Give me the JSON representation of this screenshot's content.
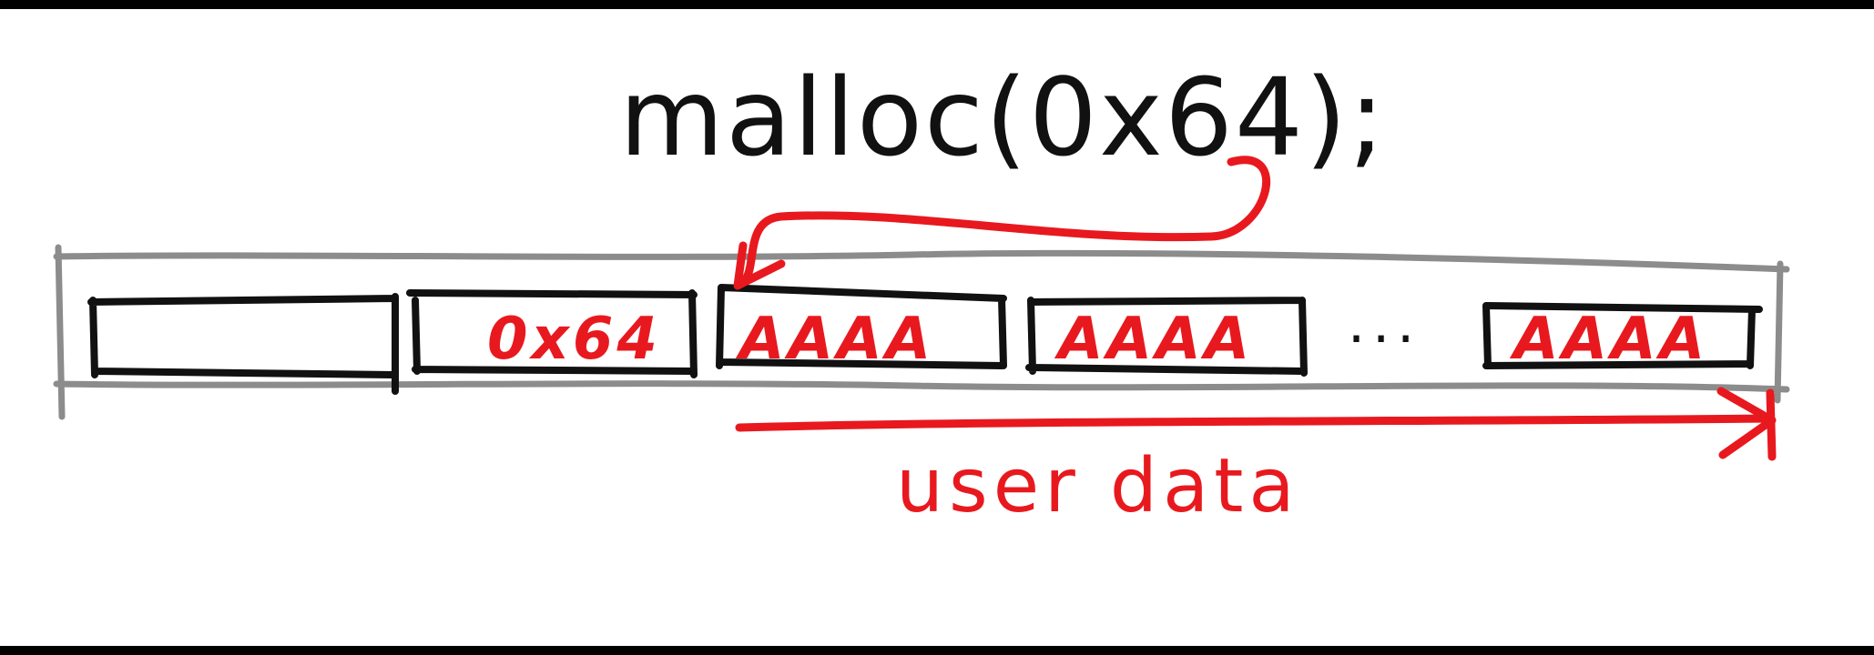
{
  "call": {
    "text": "malloc(0x64);"
  },
  "chunk": {
    "cells": [
      {
        "text": ""
      },
      {
        "text": "0x64"
      },
      {
        "text": "AAAA"
      },
      {
        "text": "AAAA"
      },
      {
        "text": "AAAA"
      }
    ],
    "ellipsis": "..."
  },
  "annotation": {
    "label": "user data"
  },
  "colors": {
    "ink": "#111111",
    "accent": "#e8191e",
    "frame": "#8c8c8c",
    "background": "#ffffff"
  },
  "icons": {
    "pointer": "curved-arrow-icon",
    "span": "right-arrow-icon"
  }
}
